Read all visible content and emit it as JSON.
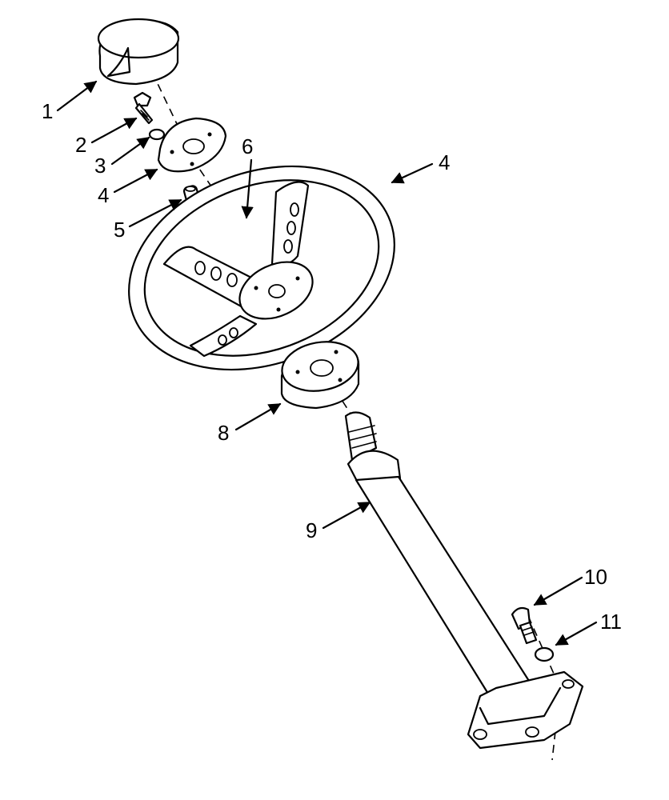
{
  "callouts": [
    {
      "id": "c1",
      "label": "1"
    },
    {
      "id": "c2",
      "label": "2"
    },
    {
      "id": "c3",
      "label": "3"
    },
    {
      "id": "c4a",
      "label": "4"
    },
    {
      "id": "c4b",
      "label": "4"
    },
    {
      "id": "c5",
      "label": "5"
    },
    {
      "id": "c6",
      "label": "6"
    },
    {
      "id": "c8",
      "label": "8"
    },
    {
      "id": "c9",
      "label": "9"
    },
    {
      "id": "c10",
      "label": "10"
    },
    {
      "id": "c11",
      "label": "11"
    }
  ],
  "parts": [
    {
      "id": "horn-cap",
      "number": "1"
    },
    {
      "id": "screw",
      "number": "2"
    },
    {
      "id": "washer",
      "number": "3"
    },
    {
      "id": "cover-plate",
      "number": "4"
    },
    {
      "id": "spacer",
      "number": "5"
    },
    {
      "id": "nut",
      "number": "6"
    },
    {
      "id": "steering-wheel",
      "number": "4"
    },
    {
      "id": "hub",
      "number": "8"
    },
    {
      "id": "steering-column",
      "number": "9"
    },
    {
      "id": "mounting-bolt",
      "number": "10"
    },
    {
      "id": "lock-washer",
      "number": "11"
    }
  ]
}
